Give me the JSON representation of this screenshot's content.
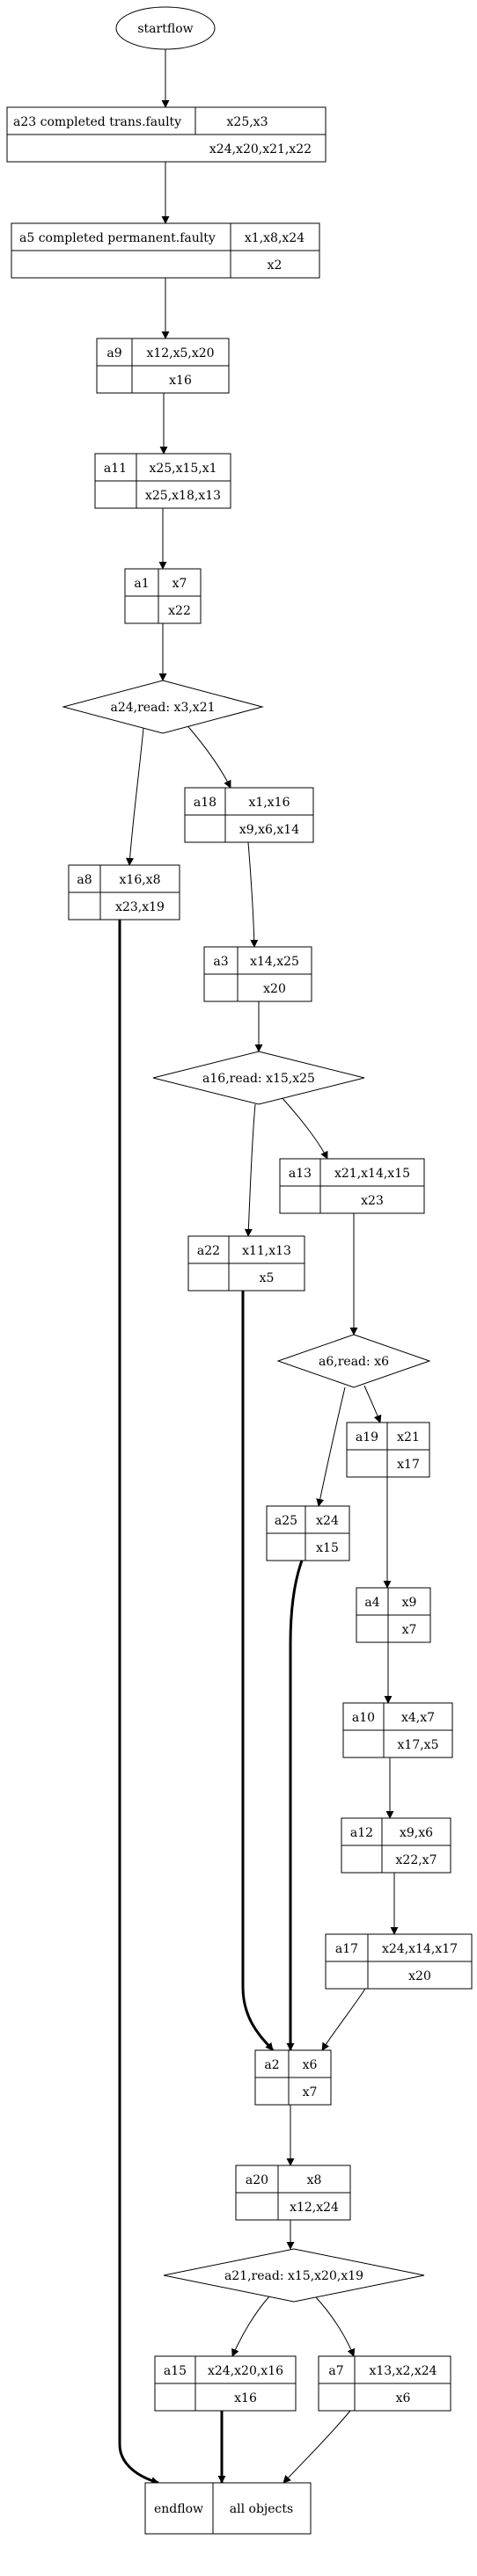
{
  "start": {
    "label": "startflow"
  },
  "nodes": [
    {
      "id": "a23",
      "label": "a23  completed trans.faulty",
      "top": "x25,x3",
      "bottom": "x24,x20,x21,x22"
    },
    {
      "id": "a5",
      "label": "a5  completed permanent.faulty",
      "top": "x1,x8,x24",
      "bottom": "x2"
    },
    {
      "id": "a9",
      "label": "a9",
      "top": "x12,x5,x20",
      "bottom": "x16"
    },
    {
      "id": "a11",
      "label": "a11",
      "top": "x25,x15,x1",
      "bottom": "x25,x18,x13"
    },
    {
      "id": "a1",
      "label": "a1",
      "top": "x7",
      "bottom": "x22"
    },
    {
      "id": "a18",
      "label": "a18",
      "top": "x1,x16",
      "bottom": "x9,x6,x14"
    },
    {
      "id": "a8",
      "label": "a8",
      "top": "x16,x8",
      "bottom": "x23,x19"
    },
    {
      "id": "a3",
      "label": "a3",
      "top": "x14,x25",
      "bottom": "x20"
    },
    {
      "id": "a13",
      "label": "a13",
      "top": "x21,x14,x15",
      "bottom": "x23"
    },
    {
      "id": "a22",
      "label": "a22",
      "top": "x11,x13",
      "bottom": "x5"
    },
    {
      "id": "a19",
      "label": "a19",
      "top": "x21",
      "bottom": "x17"
    },
    {
      "id": "a25",
      "label": "a25",
      "top": "x24",
      "bottom": "x15"
    },
    {
      "id": "a4",
      "label": "a4",
      "top": "x9",
      "bottom": "x7"
    },
    {
      "id": "a10",
      "label": "a10",
      "top": "x4,x7",
      "bottom": "x17,x5"
    },
    {
      "id": "a12",
      "label": "a12",
      "top": "x9,x6",
      "bottom": "x22,x7"
    },
    {
      "id": "a17",
      "label": "a17",
      "top": "x24,x14,x17",
      "bottom": "x20"
    },
    {
      "id": "a2",
      "label": "a2",
      "top": "x6",
      "bottom": "x7"
    },
    {
      "id": "a20",
      "label": "a20",
      "top": "x8",
      "bottom": "x12,x24"
    },
    {
      "id": "a15",
      "label": "a15",
      "top": "x24,x20,x16",
      "bottom": "x16"
    },
    {
      "id": "a7",
      "label": "a7",
      "top": "x13,x2,x24",
      "bottom": "x6"
    }
  ],
  "decisions": [
    {
      "id": "a24",
      "label": "a24,read: x3,x21"
    },
    {
      "id": "a16",
      "label": "a16,read: x15,x25"
    },
    {
      "id": "a6",
      "label": "a6,read: x6"
    },
    {
      "id": "a21",
      "label": "a21,read: x15,x20,x19"
    }
  ],
  "end": {
    "left": "endflow",
    "right": "all objects"
  }
}
